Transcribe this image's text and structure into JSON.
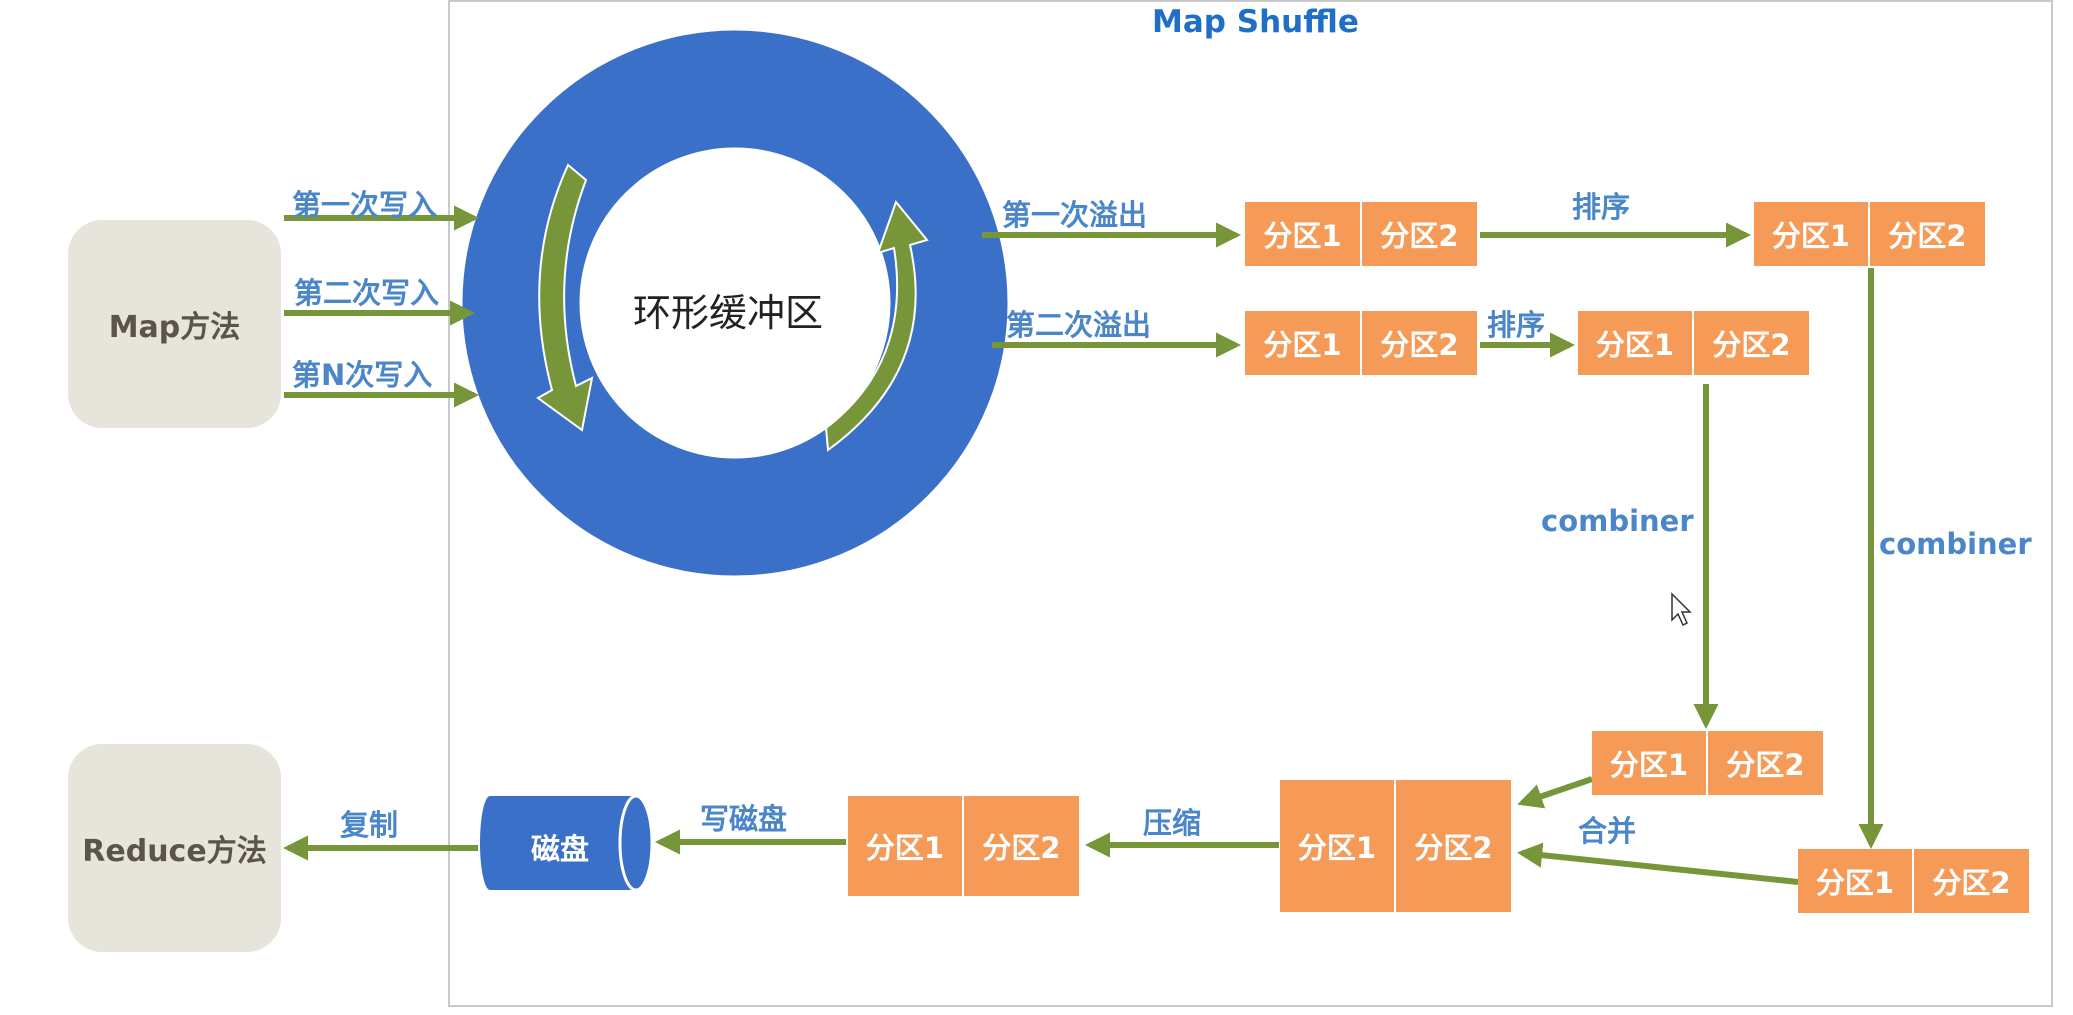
{
  "title": "Map Shuffle",
  "map_method": "Map方法",
  "reduce_method": "Reduce方法",
  "buffer_label": "环形缓冲区",
  "writes": [
    "第一次写入",
    "第二次写入",
    "第N次写入"
  ],
  "spills": [
    "第一次溢出",
    "第二次溢出"
  ],
  "sort_label": "排序",
  "combiner_label": "combiner",
  "merge_label": "合并",
  "compress_label": "压缩",
  "write_disk_label": "写磁盘",
  "disk_label": "磁盘",
  "copy_label": "复制",
  "partition_labels": [
    "分区1",
    "分区2"
  ],
  "colors": {
    "ring": "#3b70c8",
    "arrow": "#77963a",
    "partition": "#f59a57",
    "label": "#4a86c8",
    "pill": "#e7e4dc"
  }
}
